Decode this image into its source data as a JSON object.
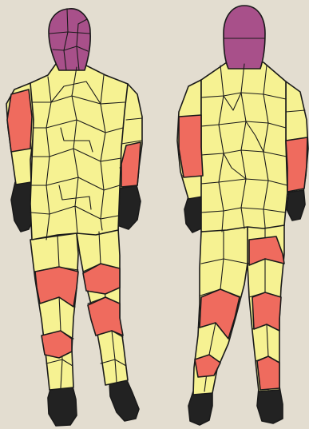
{
  "colors": {
    "background": "#e3ddd0",
    "head_region": "#a8508a",
    "body_base": "#f6f292",
    "highlight_region": "#ef6b5e",
    "hands_feet": "#222222",
    "outline": "#1a1a1a"
  },
  "figures": [
    {
      "view": "front",
      "icon": "human-body-front-map"
    },
    {
      "view": "back",
      "icon": "human-body-back-map"
    }
  ]
}
